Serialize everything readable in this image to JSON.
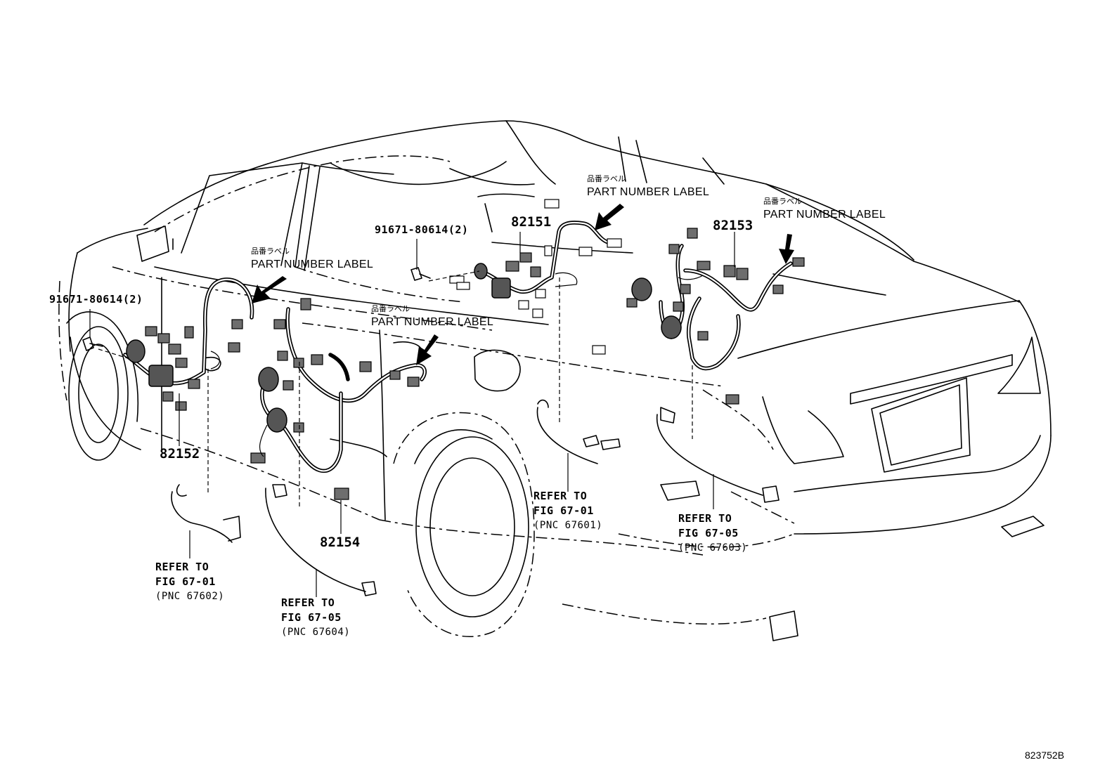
{
  "parts": {
    "p82151": "82151",
    "p82152": "82152",
    "p82153": "82153",
    "p82154": "82154",
    "bolt_left": "91671-80614(2)",
    "bolt_mid": "91671-80614(2)"
  },
  "labels": {
    "part_number_label": "PART NUMBER LABEL",
    "part_number_label_jp": "品番ラベル"
  },
  "refs": [
    {
      "line1": "REFER TO",
      "line2": "FIG 67-01",
      "line3": "(PNC 67602)"
    },
    {
      "line1": "REFER TO",
      "line2": "FIG 67-05",
      "line3": "(PNC 67604)"
    },
    {
      "line1": "REFER TO",
      "line2": "FIG 67-01",
      "line3": "(PNC 67601)"
    },
    {
      "line1": "REFER TO",
      "line2": "FIG 67-05",
      "line3": "(PNC 67603)"
    }
  ],
  "figure_id": "823752B"
}
